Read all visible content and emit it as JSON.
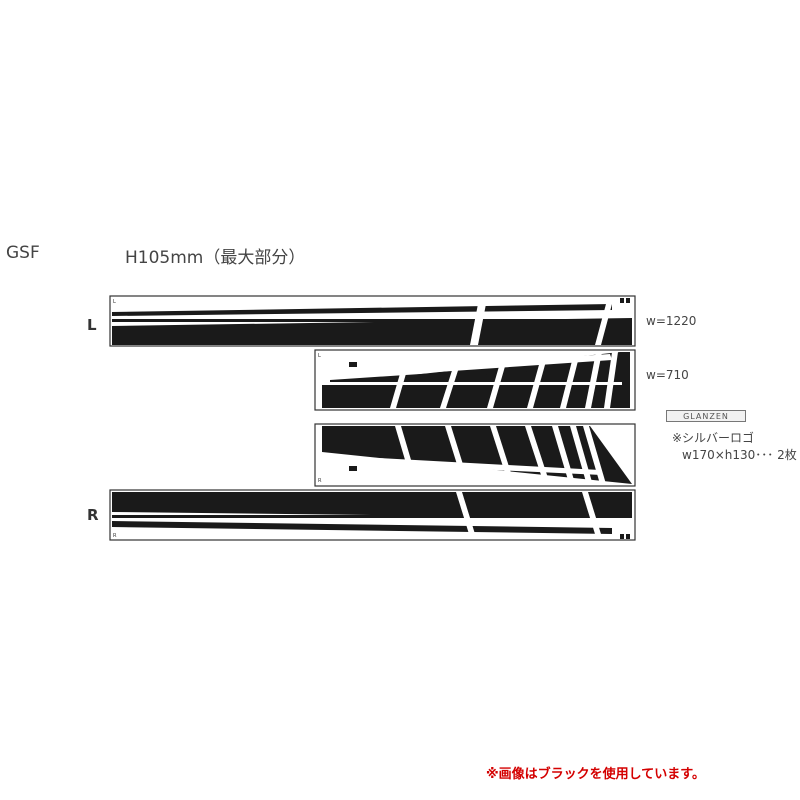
{
  "header": {
    "model": "GSF",
    "height_spec": "H105mm（最大部分）"
  },
  "sides": {
    "left": "L",
    "right": "R"
  },
  "widths": {
    "long": "w=1220",
    "short": "w=710"
  },
  "logo": {
    "badge": "GLANZEN",
    "note": "※シルバーロゴ",
    "size": "w170×h130･･･ 2枚"
  },
  "footer": {
    "usage_note": "※画像はブラックを使用しています。"
  },
  "colors": {
    "decal": "#1a1a1a",
    "frame": "#333333",
    "accent_note": "#d40000"
  }
}
